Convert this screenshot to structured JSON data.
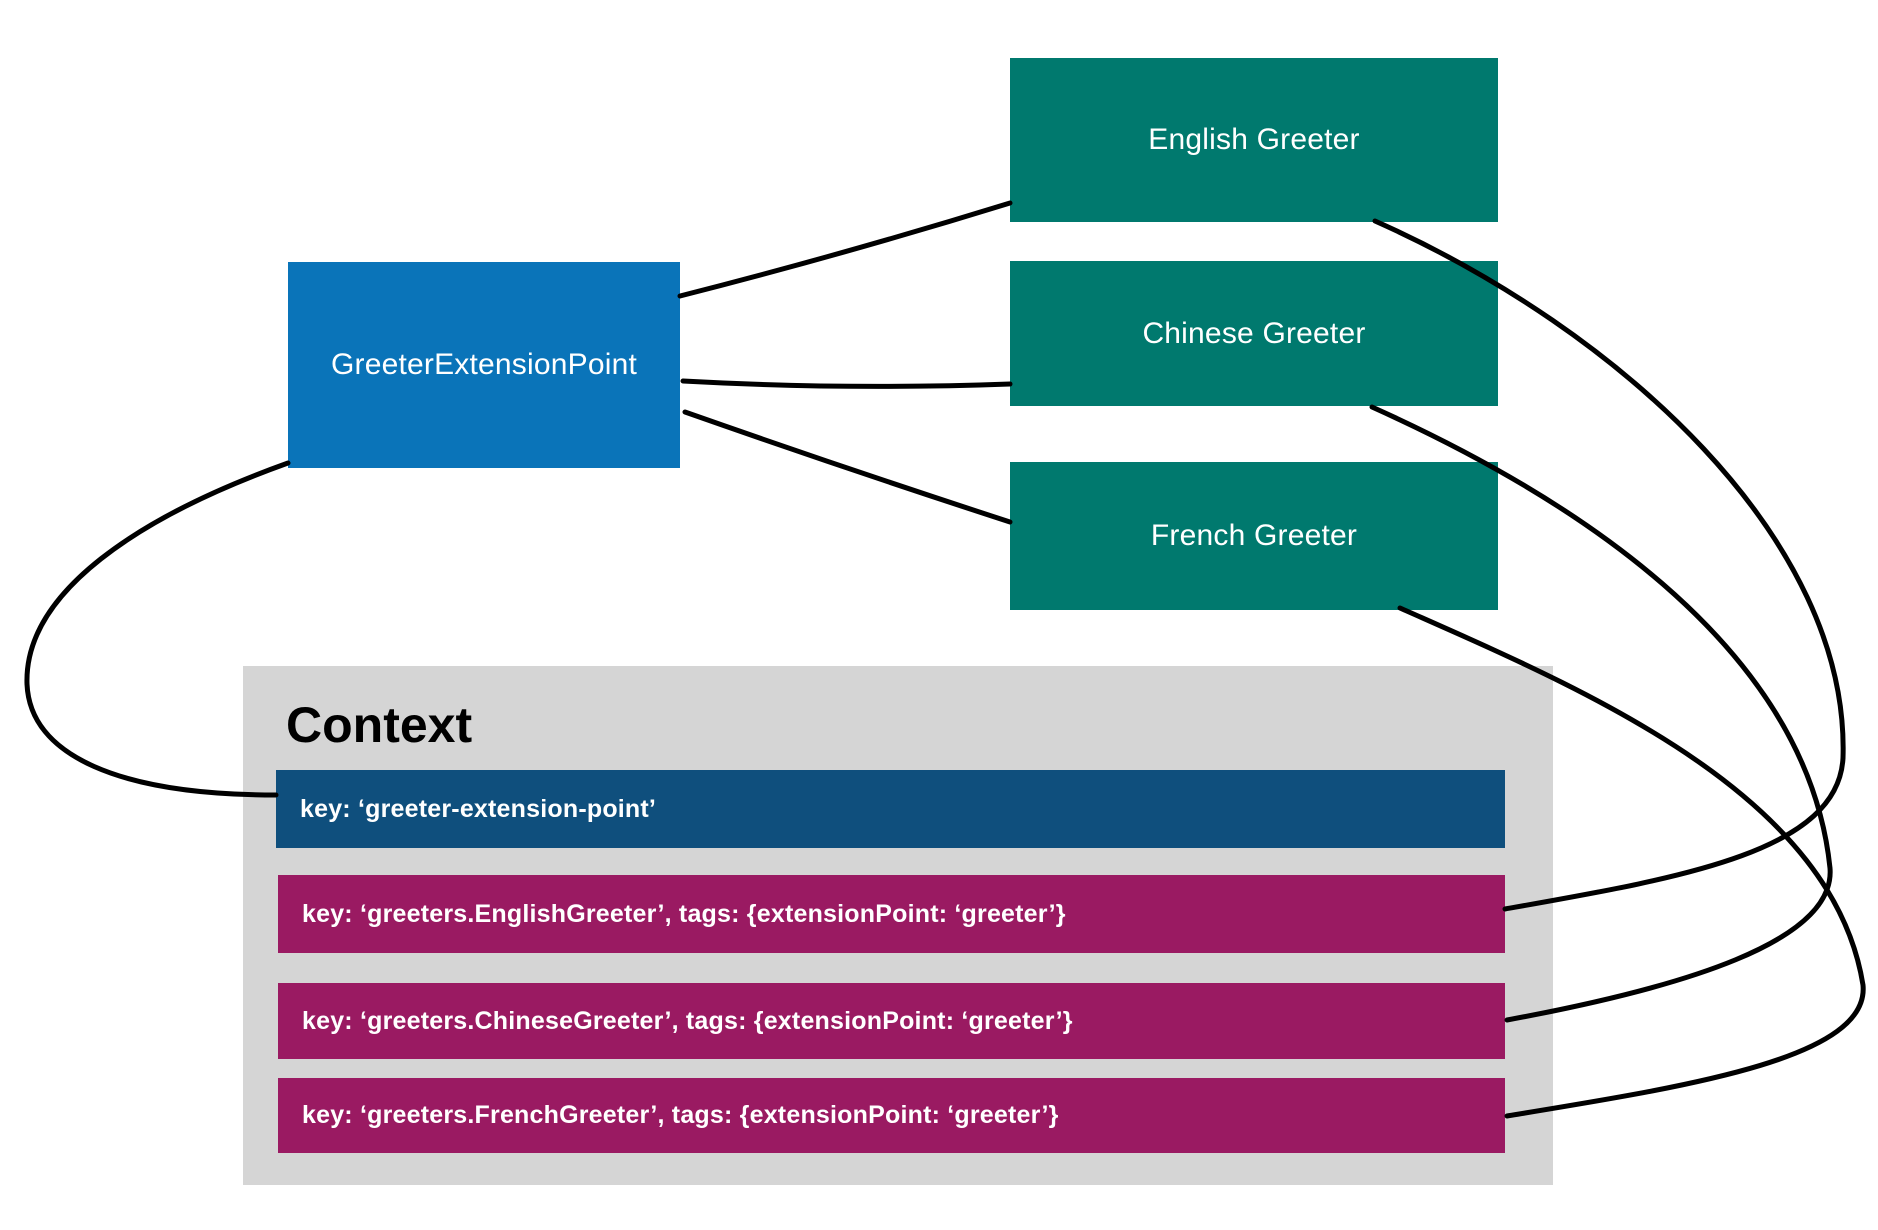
{
  "extension_point": {
    "label": "GreeterExtensionPoint"
  },
  "greeters": [
    {
      "label": "English Greeter"
    },
    {
      "label": "Chinese Greeter"
    },
    {
      "label": "French Greeter"
    }
  ],
  "context": {
    "title": "Context",
    "extension_point_entry": "key: ‘greeter-extension-point’",
    "greeter_entries": [
      "key: ‘greeters.EnglishGreeter’, tags: {extensionPoint: ‘greeter’}",
      "key: ‘greeters.ChineseGreeter’, tags: {extensionPoint: ‘greeter’}",
      "key: ‘greeters.FrenchGreeter’, tags: {extensionPoint: ‘greeter’}"
    ]
  },
  "colors": {
    "extension_point_box": "#0a74b9",
    "greeter_box": "#00796e",
    "context_panel": "#d5d5d5",
    "extension_point_entry_bar": "#0f4f7d",
    "greeter_entry_bar": "#9a1a62",
    "connector_line": "#000000",
    "text_on_fill": "#ffffff",
    "title_text": "#000000"
  }
}
